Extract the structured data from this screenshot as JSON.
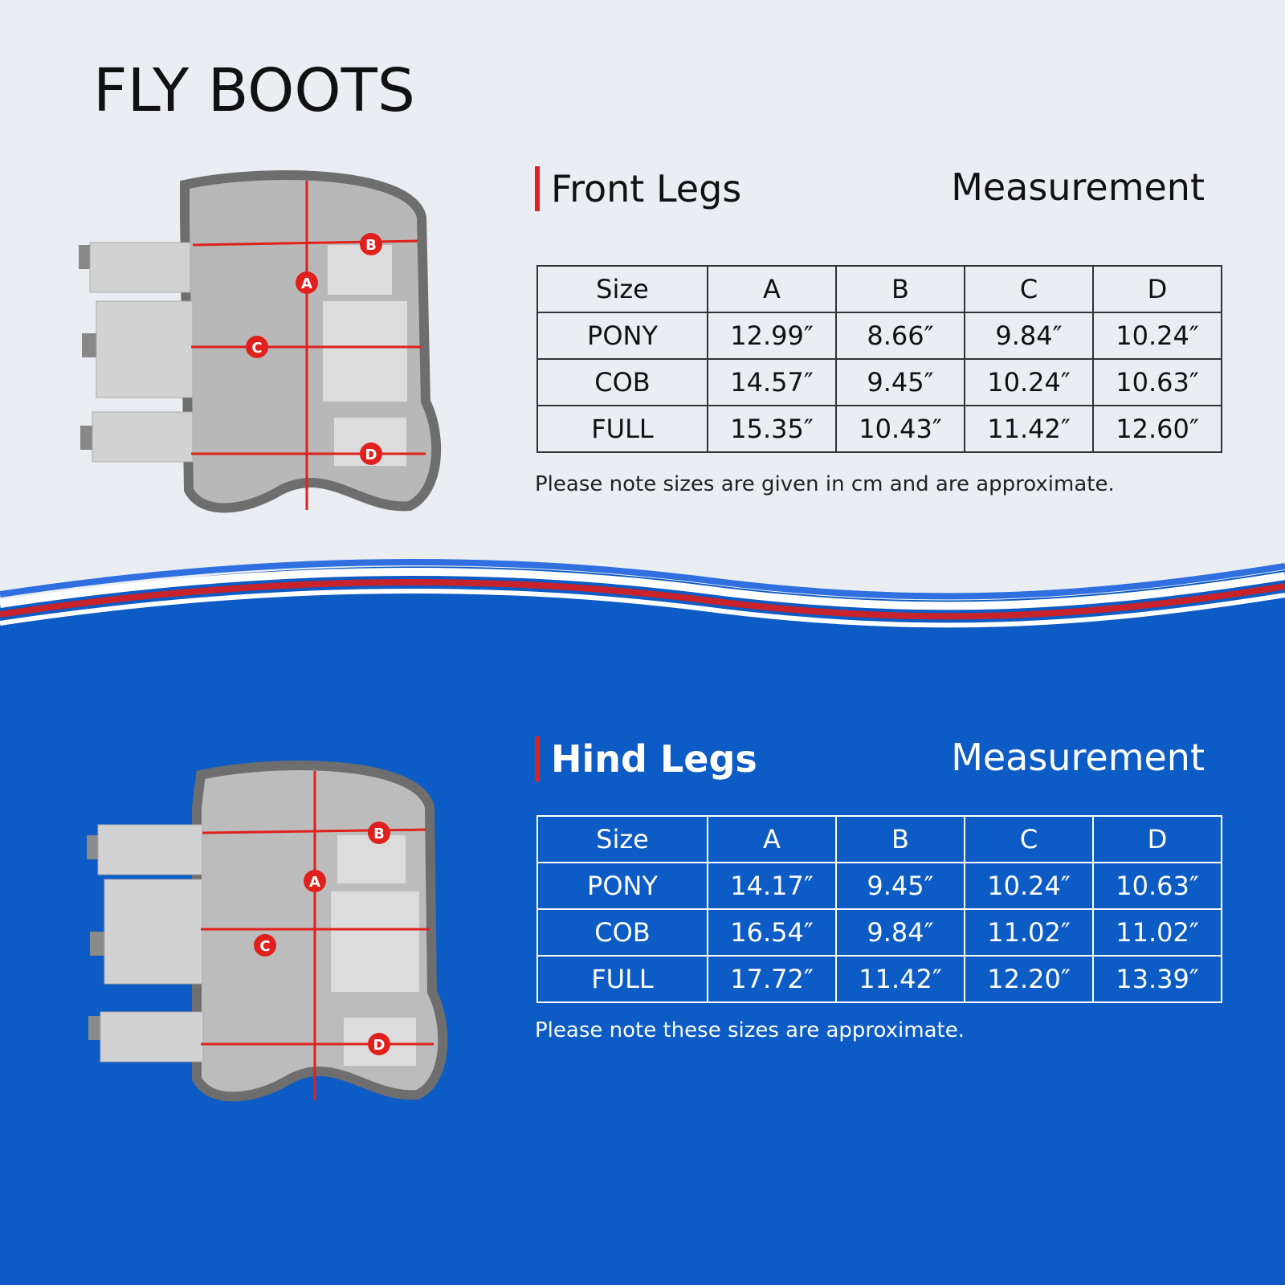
{
  "title": "FLY BOOTS",
  "colors": {
    "top_bg": "#eaedf1",
    "bottom_bg": "#0d5bc4",
    "accent_red": "#e0201c",
    "wave_blue": "#2f6fe0"
  },
  "front": {
    "heading": "Front Legs",
    "measurement_label": "Measurement",
    "headers": [
      "Size",
      "A",
      "B",
      "C",
      "D"
    ],
    "rows": [
      [
        "PONY",
        "12.99″",
        "8.66″",
        "9.84″",
        "10.24″"
      ],
      [
        "COB",
        "14.57″",
        "9.45″",
        "10.24″",
        "10.63″"
      ],
      [
        "FULL",
        "15.35″",
        "10.43″",
        "11.42″",
        "12.60″"
      ]
    ],
    "note": "Please note sizes are given in cm and are approximate.",
    "diagram_labels": [
      "A",
      "B",
      "C",
      "D"
    ]
  },
  "hind": {
    "heading": "Hind Legs",
    "measurement_label": "Measurement",
    "headers": [
      "Size",
      "A",
      "B",
      "C",
      "D"
    ],
    "rows": [
      [
        "PONY",
        "14.17″",
        "9.45″",
        "10.24″",
        "10.63″"
      ],
      [
        "COB",
        "16.54″",
        "9.84″",
        "11.02″",
        "11.02″"
      ],
      [
        "FULL",
        "17.72″",
        "11.42″",
        "12.20″",
        "13.39″"
      ]
    ],
    "note": "Please note these sizes are approximate.",
    "diagram_labels": [
      "A",
      "B",
      "C",
      "D"
    ]
  }
}
